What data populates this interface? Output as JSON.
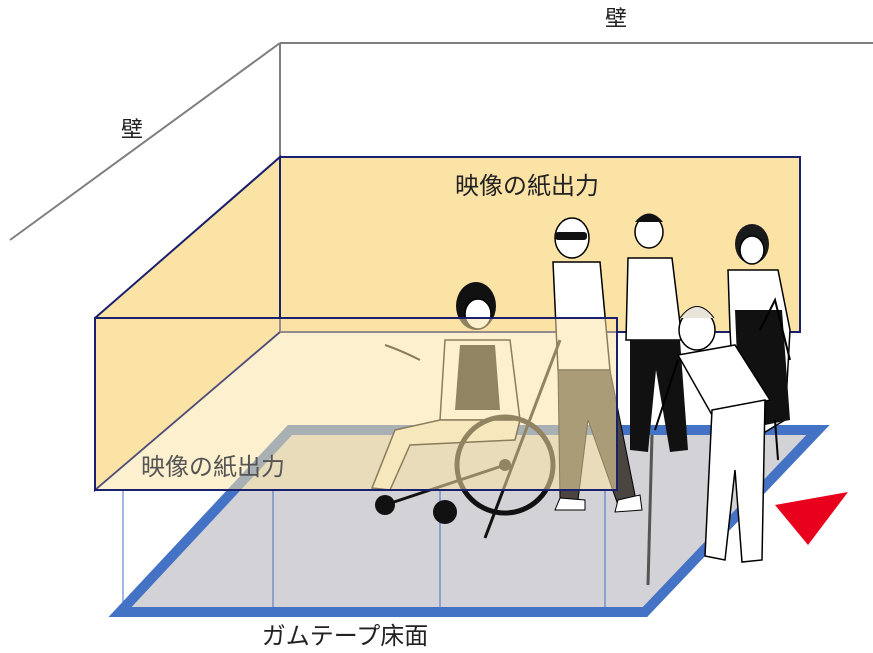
{
  "labels": {
    "wall_top": "壁",
    "wall_left": "壁",
    "print_back": "映像の紙出力",
    "print_front": "映像の紙出力",
    "floor": "ガムテープ床面"
  },
  "people": [
    {
      "id": "wheelchair-user",
      "icon": "wheelchair-user-figure"
    },
    {
      "id": "white-cane-user",
      "icon": "blind-person-with-cane-figure"
    },
    {
      "id": "standing-man",
      "icon": "man-figure"
    },
    {
      "id": "standing-woman",
      "icon": "woman-figure"
    },
    {
      "id": "elderly-person",
      "icon": "elderly-person-with-cane-figure"
    }
  ],
  "colors": {
    "print_panel": "#fbe3a5",
    "panel_border": "#1a1f6e",
    "floor": "#d3d2d6",
    "tape": "#4472c4",
    "marker": "#e8001c",
    "wall_line": "#7f7f7f"
  }
}
